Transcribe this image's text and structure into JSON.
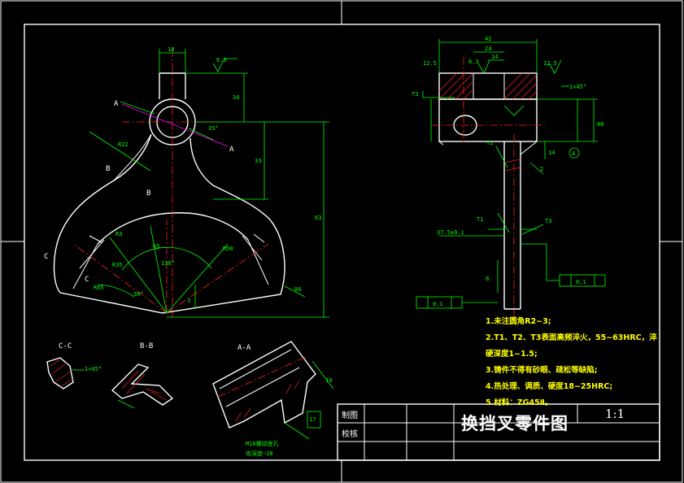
{
  "title_block": {
    "drawn_label": "制图",
    "checked_label": "校核",
    "drawing_title": "换挡叉零件图",
    "scale": "1:1"
  },
  "section_labels": {
    "cc": "C-C",
    "bb": "B-B",
    "aa": "A-A",
    "a": "A",
    "b": "B",
    "c": "C",
    "datum_a": "A"
  },
  "notes": [
    "1.未注圆角R2~3;",
    "2.T1、T2、T3表面高频淬火，55~63HRC，淬",
    "硬深度1~1.5;",
    "3.铸件不得有砂眼、疏松等缺陷;",
    "4.热处理、调质、硬度18~25HRC;",
    "5.材料：ZG45Ⅱ。"
  ],
  "dimensions_left": {
    "d18": "18",
    "d34": "34",
    "d33": "33",
    "d63": "63",
    "r65": "R65",
    "r3": "R3",
    "d130": "130°",
    "d30": "30°",
    "d35": "35°",
    "r50": "R50",
    "r35": "R35",
    "d3": "3",
    "d80": "80",
    "r22": "R22",
    "d65": "65",
    "roughness": "6.3"
  },
  "dimensions_right": {
    "d42": "42",
    "d24": "24",
    "d14": "14",
    "d63": "6.3",
    "d125": "12.5",
    "d45": "1×45°",
    "t1": "T1",
    "t2": "T2",
    "t3": "T3",
    "d375": "37.5±0.1",
    "d8": "8",
    "d14b": "14",
    "d2": "2",
    "d80": "80",
    "tol1": "0.1",
    "tol2": "0.1"
  },
  "section_dims": {
    "chamfer": "1×45°",
    "bottom_note_1": "M10螺纹底孔",
    "bottom_note_2": "攻深度~28",
    "d14": "14",
    "d17": "17"
  }
}
